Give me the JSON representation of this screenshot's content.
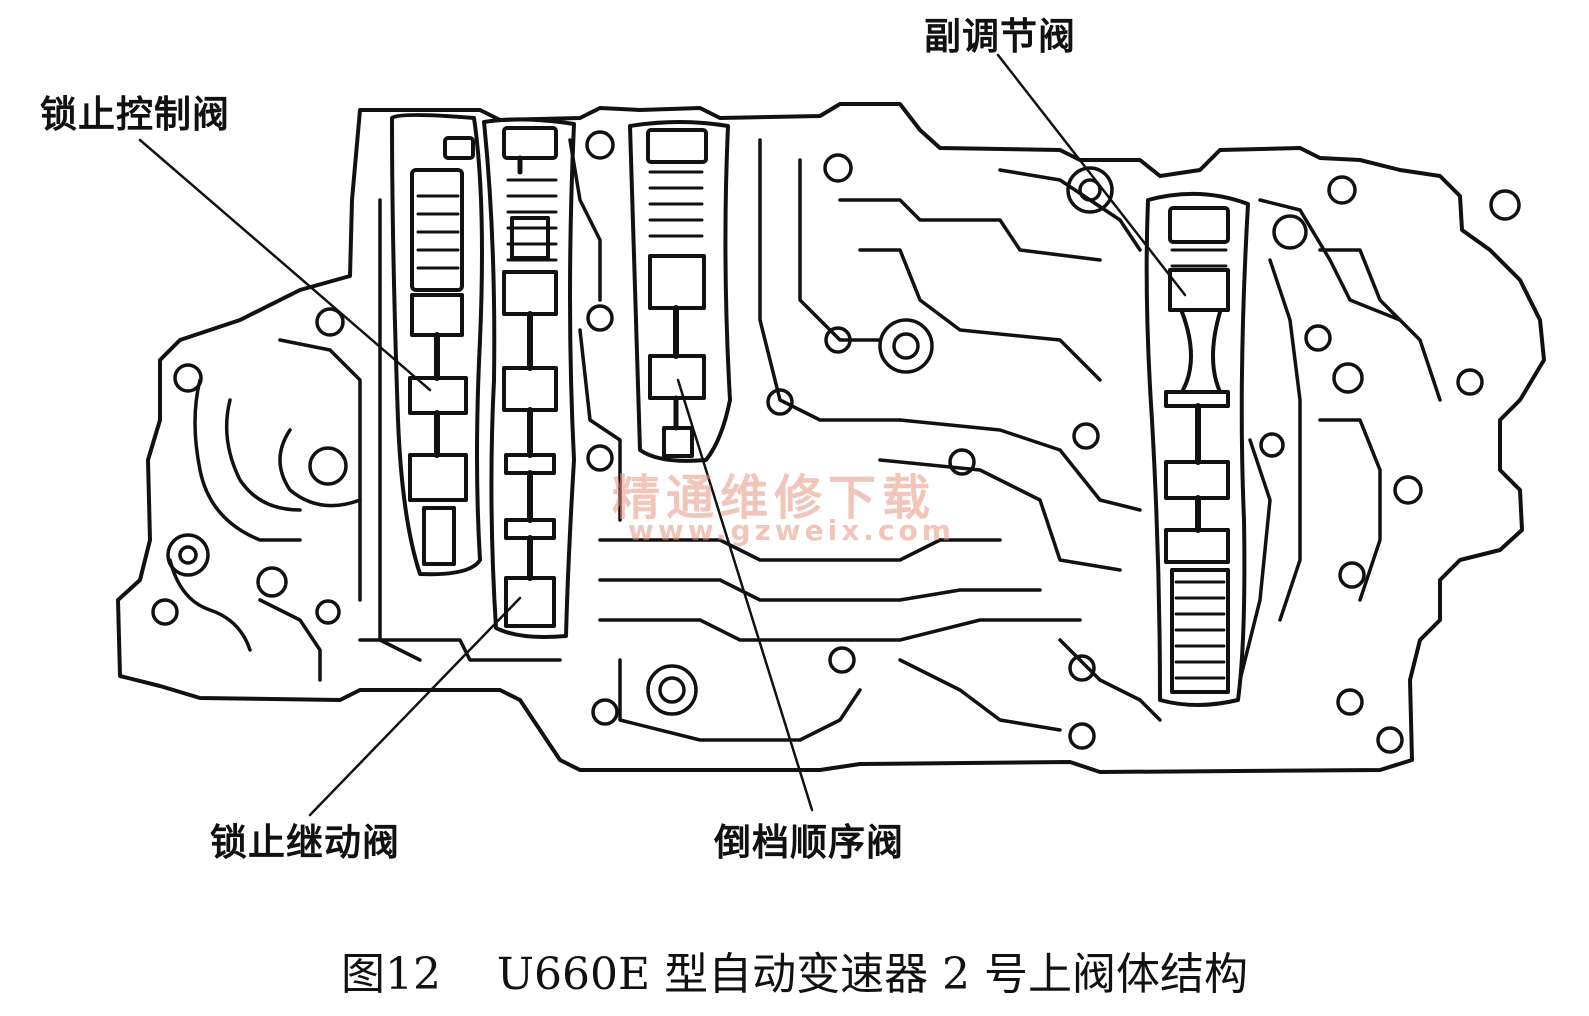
{
  "labels": {
    "lockup_control_valve": "锁止控制阀",
    "secondary_regulator_valve": "副调节阀",
    "lockup_relay_valve": "锁止继动阀",
    "reverse_sequence_valve": "倒档顺序阀"
  },
  "watermark": {
    "text_cn": "精通维修下载",
    "url": "www.gzweix.com"
  },
  "caption": {
    "figure_number": "图12",
    "title": "U660E 型自动变速器 2 号上阀体结构"
  },
  "colors": {
    "line": "#111111",
    "watermark": "#e69682"
  }
}
